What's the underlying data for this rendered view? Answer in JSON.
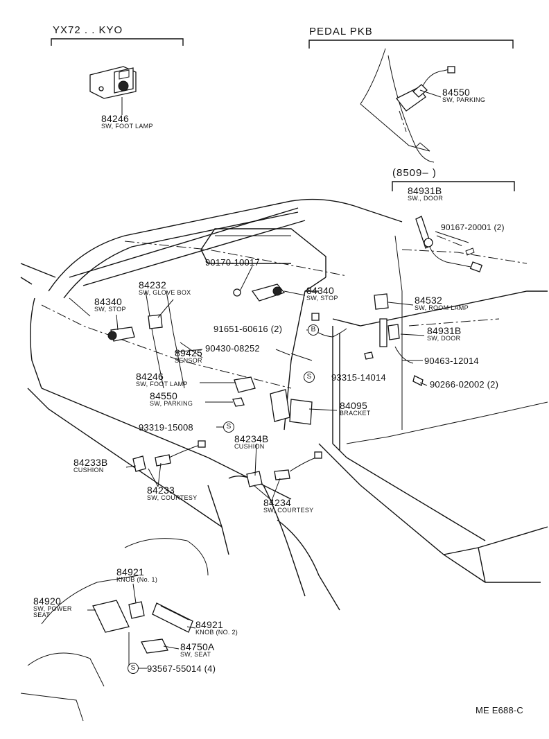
{
  "header": {
    "left_variant": "YX72 . . KYO",
    "right_variant": "PEDAL PKB",
    "date_range": "(8509–        )"
  },
  "footer": {
    "code": "ME  E688-C"
  },
  "callouts": [
    {
      "id": "84246_top",
      "number": "84246",
      "desc": "SW, FOOT LAMP"
    },
    {
      "id": "84550_top",
      "number": "84550",
      "desc": "SW, PARKING"
    },
    {
      "id": "84931B_top",
      "number": "84931B",
      "desc": "SW., DOOR"
    },
    {
      "id": "90167",
      "number": "90167-20001 (2)",
      "desc": ""
    },
    {
      "id": "90170",
      "number": "90170-10017",
      "desc": ""
    },
    {
      "id": "84232",
      "number": "84232",
      "desc": "SW, GLOVE BOX"
    },
    {
      "id": "84340_left",
      "number": "84340",
      "desc": "SW, STOP"
    },
    {
      "id": "84340_right",
      "number": "84340",
      "desc": "SW, STOP"
    },
    {
      "id": "84532",
      "number": "84532",
      "desc": "SW, ROOM LAMP"
    },
    {
      "id": "84931B_mid",
      "number": "84931B",
      "desc": "SW, DOOR"
    },
    {
      "id": "91651",
      "number": "91651-60616 (2)",
      "desc": ""
    },
    {
      "id": "90430",
      "number": "90430-08252",
      "desc": ""
    },
    {
      "id": "89425",
      "number": "89425",
      "desc": "SENSOR"
    },
    {
      "id": "90463",
      "number": "90463-12014",
      "desc": ""
    },
    {
      "id": "93315",
      "number": "93315-14014",
      "desc": ""
    },
    {
      "id": "90266",
      "number": "90266-02002 (2)",
      "desc": ""
    },
    {
      "id": "84246_mid",
      "number": "84246",
      "desc": "SW, FOOT LAMP"
    },
    {
      "id": "84550_mid",
      "number": "84550",
      "desc": "SW, PARKING"
    },
    {
      "id": "84095",
      "number": "84095",
      "desc": "BRACKET"
    },
    {
      "id": "93319",
      "number": "93319-15008",
      "desc": ""
    },
    {
      "id": "84234B",
      "number": "84234B",
      "desc": "CUSHION"
    },
    {
      "id": "84233B",
      "number": "84233B",
      "desc": "CUSHION"
    },
    {
      "id": "84233",
      "number": "84233",
      "desc": "SW, COURTESY"
    },
    {
      "id": "84234",
      "number": "84234",
      "desc": "SW, COURTESY"
    },
    {
      "id": "84921_1",
      "number": "84921",
      "desc": "KNOB (No. 1)"
    },
    {
      "id": "84920",
      "number": "84920",
      "desc": "SW, POWER"
    },
    {
      "id": "84920_b",
      "number": "",
      "desc": "SEAT"
    },
    {
      "id": "84921_2",
      "number": "84921",
      "desc": "KNOB (NO. 2)"
    },
    {
      "id": "84750A",
      "number": "84750A",
      "desc": "SW, SEAT"
    },
    {
      "id": "93567",
      "number": "93567-55014 (4)",
      "desc": ""
    }
  ],
  "symbols": {
    "screw": "S",
    "bolt": "B"
  },
  "colors": {
    "ink": "#111111",
    "paper": "#ffffff"
  }
}
